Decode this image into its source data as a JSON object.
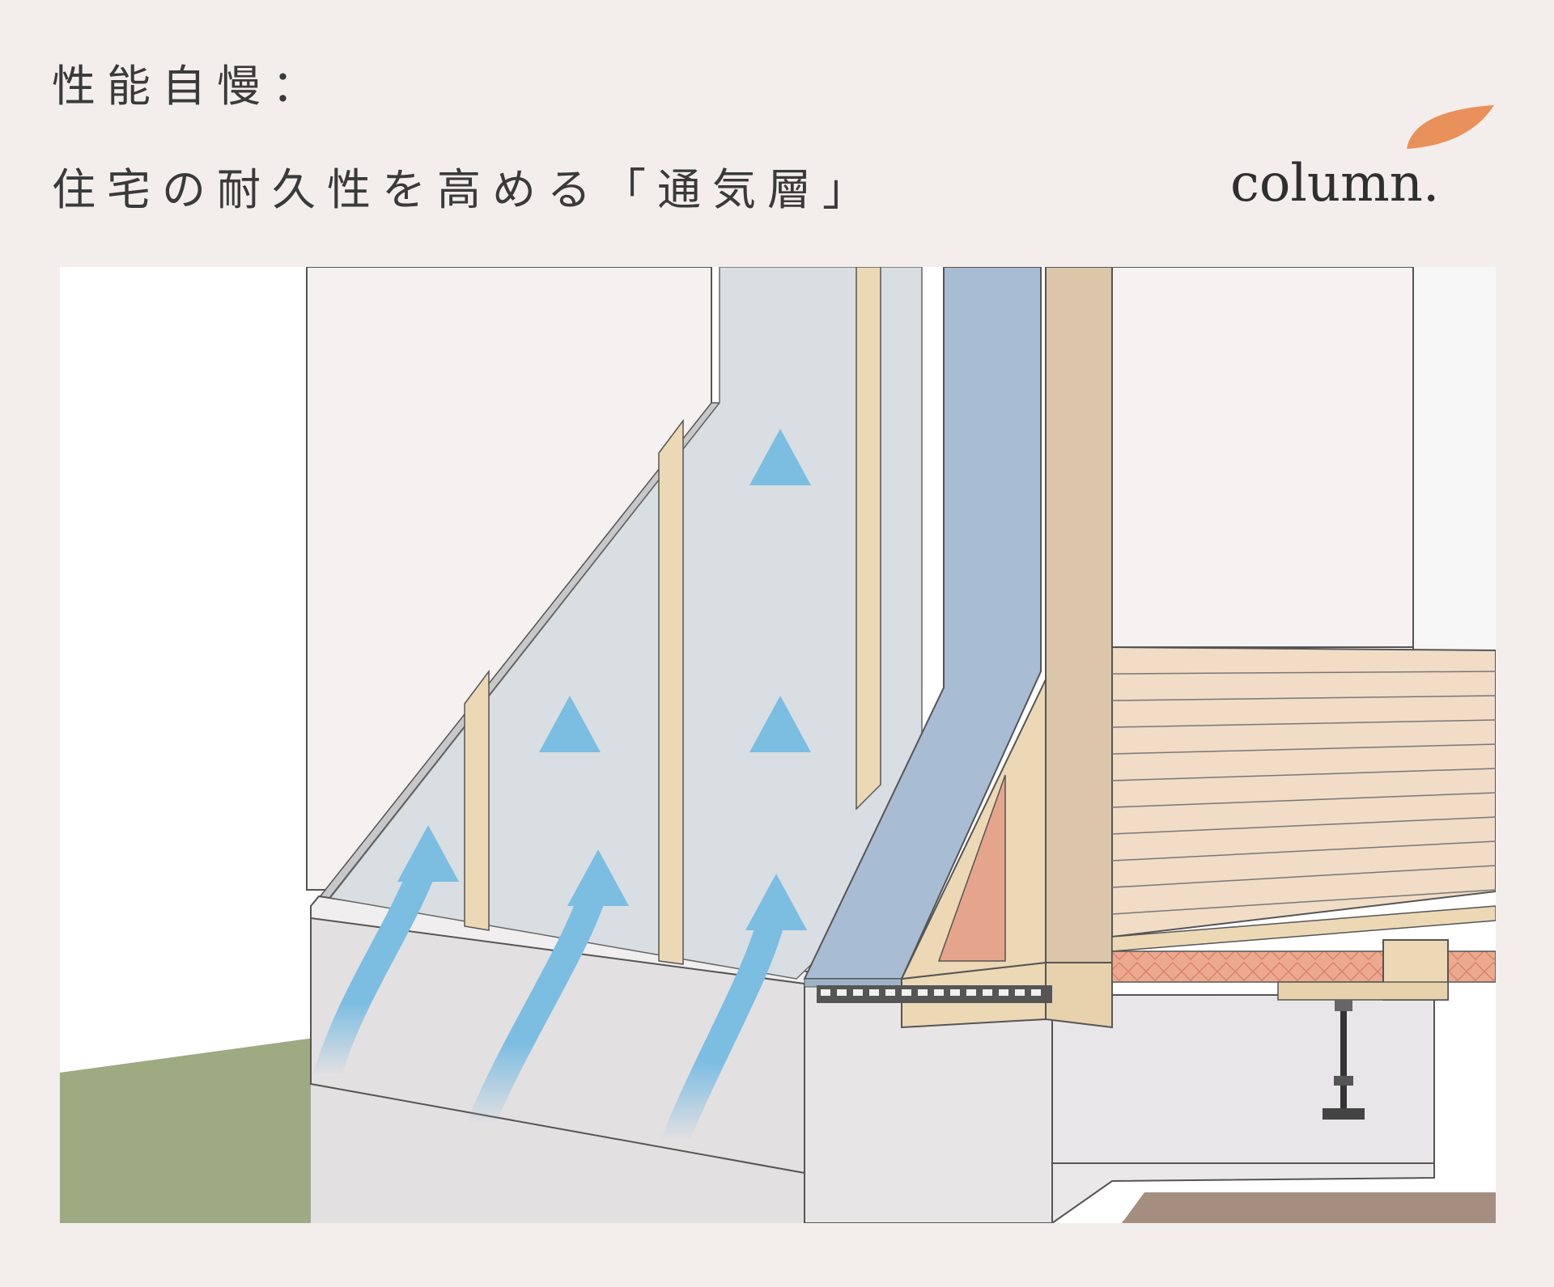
{
  "header": {
    "line1": "性能自慢：",
    "line2": "住宅の耐久性を高める「通気層」"
  },
  "brand": {
    "text": "column.",
    "leaf_color": "#e8915a"
  },
  "diagram": {
    "icons": [
      "leaf-icon",
      "airflow-arrow-icon"
    ],
    "colors": {
      "background": "#f3eeec",
      "wall_white": "#f4f1f0",
      "air_gap": "#d8dee2",
      "stud_wood": "#ecd8b5",
      "membrane_blue": "#a8bcd3",
      "insulation_salmon": "#e5a58c",
      "floor_wood": "#f1dcc6",
      "ground_green": "#9daa82",
      "soil_brown": "#a48e80",
      "foundation_grey": "#e3e0e2",
      "arrow_blue": "#7cbde2"
    }
  }
}
